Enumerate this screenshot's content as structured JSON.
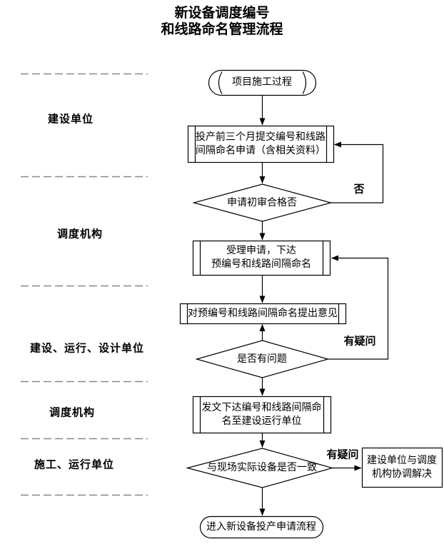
{
  "title": {
    "text": "新设备调度编号\n和线路命名管理流程"
  },
  "lanes": [
    {
      "label": "建设单位"
    },
    {
      "label": "调度机构"
    },
    {
      "label": "建设、运行、设计单位"
    },
    {
      "label": "调度机构"
    },
    {
      "label": "施工、运行单位"
    }
  ],
  "nodes": {
    "start": {
      "label": "项目施工过程"
    },
    "submit": {
      "label": "投产前三个月提交编号和线路\n间隔命名申请（含相关资料）"
    },
    "review": {
      "label": "申请初审合格否"
    },
    "accept": {
      "label": "受理申请，下达\n预编号和线路间隔命名"
    },
    "opinion": {
      "label": "对预编号和线路间隔命名提出意见"
    },
    "problem": {
      "label": "是否有问题"
    },
    "issue": {
      "label": "发文下达编号和线路间隔命\n名至建设运行单位"
    },
    "consistent": {
      "label": "与现场实际设备是否一致"
    },
    "coordinate": {
      "label": "建设单位与调度\n机构协调解决"
    },
    "end": {
      "label": "进入新设备投产申请流程"
    }
  },
  "edge_labels": {
    "review_no": "否",
    "problem_doubt": "有疑问",
    "consistent_doubt": "有疑问"
  },
  "colors": {
    "stroke": "#000000",
    "lane_dash": "#888888",
    "background": "#ffffff"
  }
}
